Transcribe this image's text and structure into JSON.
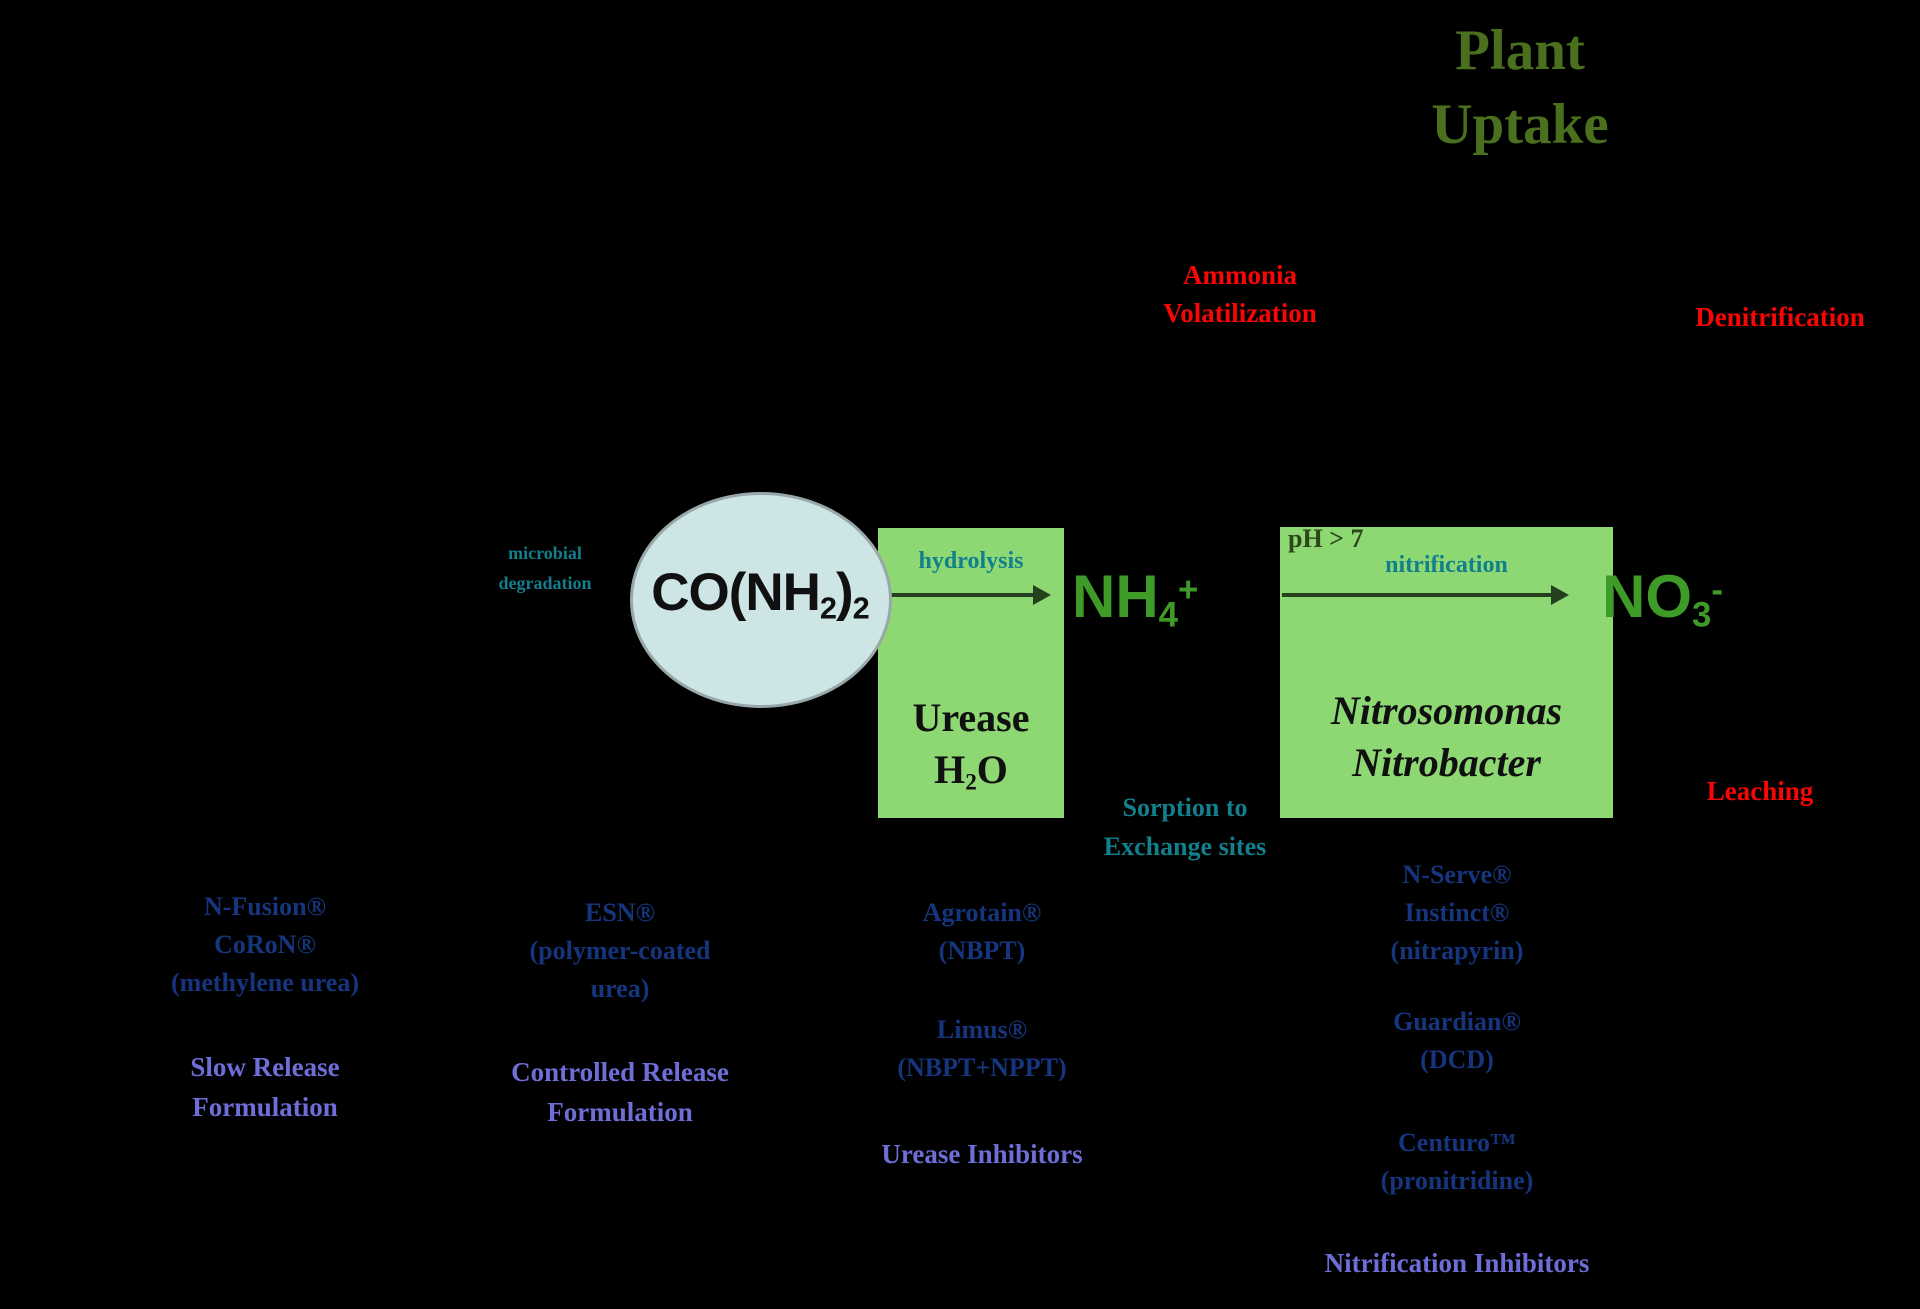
{
  "colors": {
    "background": "#000000",
    "title_green": "#4a701d",
    "loss_red": "#fa0505",
    "process_teal": "#117f8c",
    "box_green": "#8ed874",
    "ion_green": "#3e9b28",
    "ellipse_fill": "#cde5e5",
    "ellipse_border": "#98a8a8",
    "product_navy": "#15357e",
    "category_purple": "#6e6ed8",
    "ph_dark_green": "#2c481a",
    "arrow_dark": "#24401c"
  },
  "title": {
    "line1": "Plant",
    "line2": "Uptake"
  },
  "losses": {
    "ammonia_volatilization": {
      "line1": "Ammonia",
      "line2": "Volatilization"
    },
    "denitrification": "Denitrification",
    "leaching": "Leaching"
  },
  "cycle": {
    "microbial_degradation": {
      "line1": "microbial",
      "line2": "degradation"
    },
    "urea_formula": {
      "part1": "CO(NH",
      "sub1": "2",
      "part2": ")",
      "sub2": "2"
    },
    "hydrolysis_label": "hydrolysis",
    "urease_box": {
      "line1": "Urease",
      "water_base": "H",
      "water_sub": "2",
      "water_end": "O"
    },
    "ammonium": {
      "base": "NH",
      "sub": "4",
      "sup": "+"
    },
    "ph_label": "pH > 7",
    "nitrification_label": "nitrification",
    "nitrifier_box": {
      "line1": "Nitrosomonas",
      "line2": "Nitrobacter"
    },
    "nitrate": {
      "base": "NO",
      "sub": "3",
      "sup": "-"
    },
    "sorption": {
      "line1": "Sorption to",
      "line2": "Exchange sites"
    }
  },
  "products": {
    "slow_release": {
      "brands": [
        "N-Fusion®",
        "CoRoN®",
        "(methylene urea)"
      ],
      "category": [
        "Slow Release",
        "Formulation"
      ]
    },
    "controlled_release": {
      "brands": [
        "ESN®",
        "(polymer-coated",
        "urea)"
      ],
      "category": [
        "Controlled Release",
        "Formulation"
      ]
    },
    "urease_inhibitors": {
      "group1": [
        "Agrotain®",
        "(NBPT)"
      ],
      "group2": [
        "Limus®",
        "(NBPT+NPPT)"
      ],
      "category": "Urease Inhibitors"
    },
    "nitrification_inhibitors": {
      "group1": [
        "N-Serve®",
        "Instinct®",
        "(nitrapyrin)"
      ],
      "group2": [
        "Guardian®",
        "(DCD)"
      ],
      "group3": [
        "Centuro™",
        "(pronitridine)"
      ],
      "category": "Nitrification Inhibitors"
    }
  }
}
